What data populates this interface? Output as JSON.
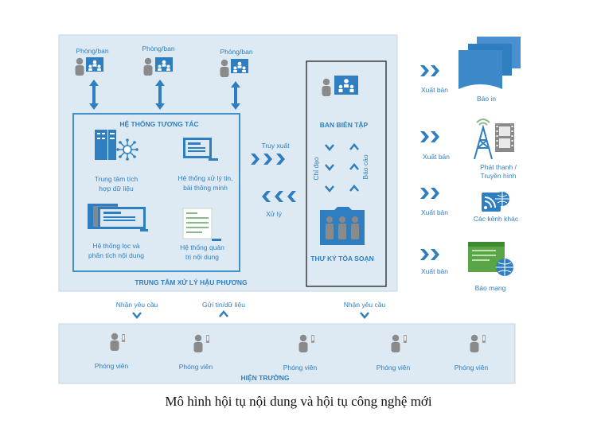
{
  "top_units": {
    "label": "Phòng/ban"
  },
  "interaction_system": {
    "title": "HỆ THỐNG TƯƠNG TÁC",
    "modules": {
      "data_center": [
        "Trung tâm tích",
        "hợp dữ liệu"
      ],
      "smart_news": [
        "Hệ thống xử lý tin,",
        "bài thông minh"
      ],
      "content_filter": [
        "Hệ thống lọc và",
        "phân tích nội dung"
      ],
      "content_management": [
        "Hệ thống quản",
        "trị nội dung"
      ]
    }
  },
  "backend_center": {
    "label": "TRUNG TÂM XỬ LÝ HẬU PHƯƠNG"
  },
  "flows": {
    "retrieve": "Truy xuất",
    "process": "Xử lý",
    "direct": "Chỉ đạo",
    "report": "Báo cáo"
  },
  "editorial": {
    "board": "BAN BIÊN TẬP",
    "secretary": "THƯ KÝ TÒA SOẠN"
  },
  "outputs": {
    "publish_label": "Xuất bản",
    "channels": {
      "print": [
        "Báo in"
      ],
      "broadcast": [
        "Phát thanh /",
        "Truyền hình"
      ],
      "other": [
        "Các kênh khác"
      ],
      "online": [
        "Báo mạng"
      ]
    }
  },
  "field": {
    "label": "HIỆN TRƯỜNG",
    "reporter_label": "Phóng viên",
    "request_left": "Nhận yêu cầu",
    "send_data": "Gửi tin/dữ liệu",
    "request_right": "Nhận yêu cầu"
  },
  "caption": "Mô hình hội tụ nội dung và hội tụ công nghệ mới",
  "colors": {
    "panel": "#ddeaf4",
    "accent": "#2f7fc0",
    "person": "#8a8a8a",
    "box_border": "#222222",
    "field_panel": "#dde9f3"
  }
}
